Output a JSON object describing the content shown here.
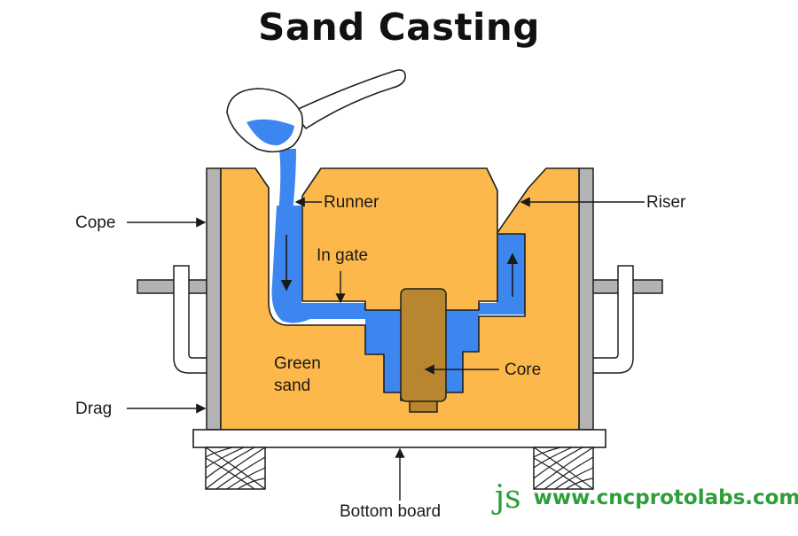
{
  "diagram": {
    "title": "Sand Casting",
    "labels": {
      "runner": "Runner",
      "riser": "Riser",
      "cope": "Cope",
      "in_gate": "In gate",
      "green_sand_line1": "Green",
      "green_sand_line2": "sand",
      "core": "Core",
      "drag": "Drag",
      "bottom_board": "Bottom board"
    },
    "colors": {
      "sand": "#fdb84b",
      "metal": "#3d86f0",
      "core": "#b8862f",
      "flask": "#b3b3b3",
      "outline": "#1f1f1f"
    }
  },
  "footer": {
    "logo": "JS",
    "url": "www.cncprotolabs.com"
  }
}
